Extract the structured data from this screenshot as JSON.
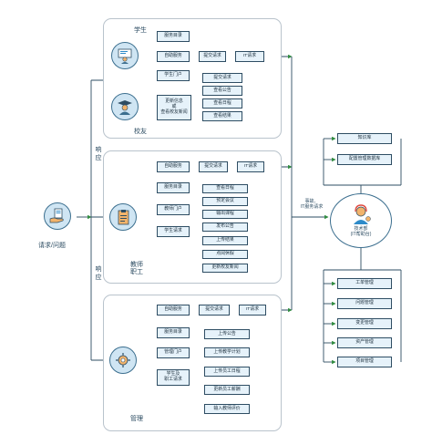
{
  "request": {
    "label": "请求/问题",
    "icon": "hand-document-icon"
  },
  "respond_top": "响应",
  "respond_bottom": "响应",
  "student": {
    "title": "学生",
    "icon": "teacher-board-icon",
    "self_service": "自助服务",
    "submit": "提交请求",
    "it_request": "IT请求",
    "service_catalog": "服务目录",
    "portal": "学生门户",
    "portal_items": [
      "提交请求",
      "查看公告",
      "查看日程",
      "查看结果"
    ]
  },
  "alumni": {
    "title": "校友",
    "icon": "graduate-icon",
    "update": "更新信息\n或\n查看校友新闻"
  },
  "faculty": {
    "title": "教师\n职工",
    "icon": "clipboard-icon",
    "self_service": "自助服务",
    "submit": "提交请求",
    "it_request": "IT请求",
    "service_catalog": "服务目录",
    "portal": "教师门户",
    "student_requests": "学生请求",
    "portal_items": [
      "查看日程",
      "预定会议",
      "输出课程",
      "发布公告",
      "上传结果",
      "点阅休假",
      "更新校友新闻"
    ]
  },
  "management": {
    "title": "管理",
    "icon": "gear-network-icon",
    "self_service": "自助服务",
    "submit": "提交请求",
    "it_request": "IT请求",
    "service_catalog": "服务目录",
    "portal": "管理门户",
    "student_staff": "学生及\n职工请求",
    "portal_items": [
      "上传公告",
      "上传教学计划",
      "上传员工日程",
      "更新员工薪酬",
      "输入教师评价"
    ]
  },
  "tech_support": {
    "label": "技术部\n(IT帮助台)",
    "icon": "headset-agent-icon",
    "incoming": "事故、\nIT服务请求",
    "right_top": [
      "知识库",
      "配置管理数据库"
    ],
    "right_bottom": [
      "工单管理",
      "问题管理",
      "变更管理",
      "资产管理",
      "项目管理"
    ]
  },
  "colors": {
    "arrow": "#2e8b3d",
    "line": "#2e4d63",
    "node_fill": "#e6f2fa",
    "panel_border": "#b9c3cc"
  }
}
